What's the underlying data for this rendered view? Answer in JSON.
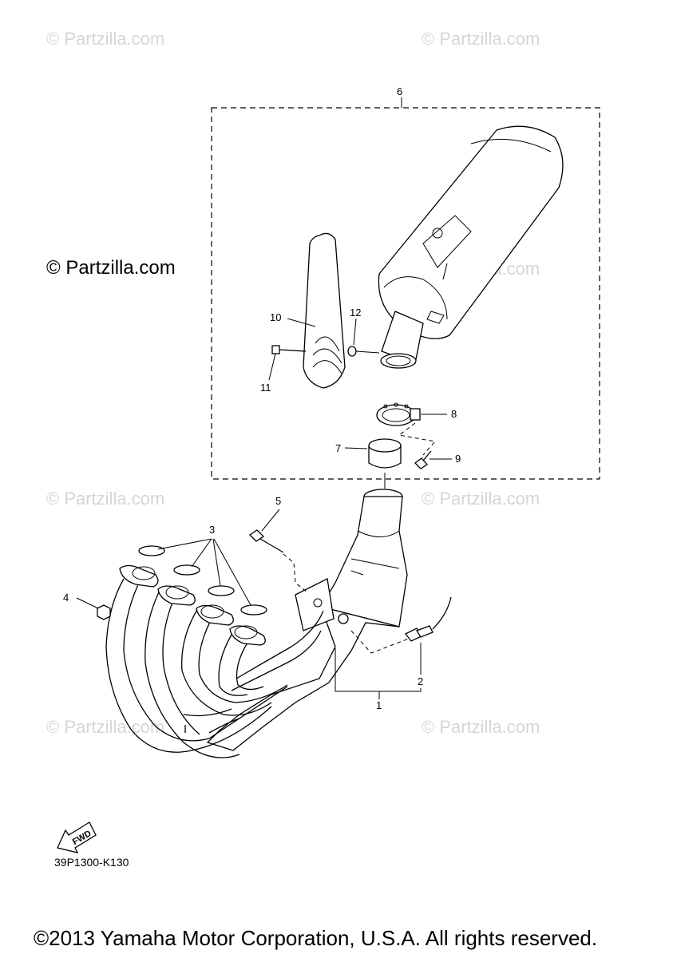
{
  "watermarks": {
    "main": "© Partzilla.com",
    "tile": "© Partzilla.com"
  },
  "callouts": {
    "p1": "1",
    "p2": "2",
    "p3": "3",
    "p4": "4",
    "p5": "5",
    "p6": "6",
    "p7": "7",
    "p8": "8",
    "p9": "9",
    "p10": "10",
    "p11": "11",
    "p12": "12"
  },
  "fwd_label": "FWD",
  "diagram_code": "39P1300-K130",
  "copyright": "©2013 Yamaha Motor Corporation, U.S.A. All rights reserved."
}
